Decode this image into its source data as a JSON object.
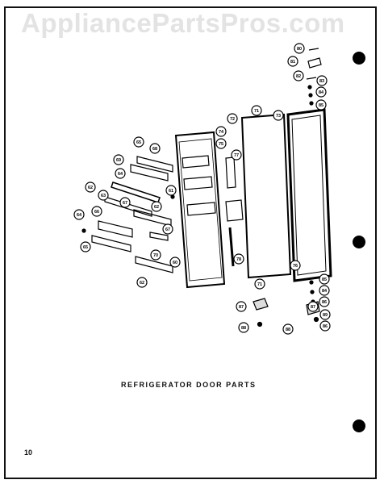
{
  "watermark": "AppliancePartsPros.com",
  "caption": "REFRIGERATOR DOOR PARTS",
  "page_number": "10",
  "callouts": [
    {
      "id": "c80a",
      "label": "80"
    },
    {
      "id": "c81",
      "label": "81"
    },
    {
      "id": "c82a",
      "label": "82"
    },
    {
      "id": "c83",
      "label": "83"
    },
    {
      "id": "c84a",
      "label": "84"
    },
    {
      "id": "c85a",
      "label": "85"
    },
    {
      "id": "c73",
      "label": "73"
    },
    {
      "id": "c71a",
      "label": "71"
    },
    {
      "id": "c72",
      "label": "72"
    },
    {
      "id": "c74",
      "label": "74"
    },
    {
      "id": "c75",
      "label": "75"
    },
    {
      "id": "c77",
      "label": "77"
    },
    {
      "id": "c65",
      "label": "65"
    },
    {
      "id": "c68",
      "label": "68"
    },
    {
      "id": "c69",
      "label": "69"
    },
    {
      "id": "c64a",
      "label": "64"
    },
    {
      "id": "c62a",
      "label": "62"
    },
    {
      "id": "c63",
      "label": "63"
    },
    {
      "id": "c67a",
      "label": "67"
    },
    {
      "id": "c61",
      "label": "61"
    },
    {
      "id": "c62b",
      "label": "62"
    },
    {
      "id": "c67b",
      "label": "67"
    },
    {
      "id": "c64b",
      "label": "64"
    },
    {
      "id": "c66",
      "label": "66"
    },
    {
      "id": "c65b",
      "label": "65"
    },
    {
      "id": "c78",
      "label": "78"
    },
    {
      "id": "c70",
      "label": "70"
    },
    {
      "id": "c60",
      "label": "60"
    },
    {
      "id": "c62c",
      "label": "62"
    },
    {
      "id": "c76",
      "label": "76"
    },
    {
      "id": "c71b",
      "label": "71"
    },
    {
      "id": "c85b",
      "label": "85"
    },
    {
      "id": "c84b",
      "label": "84"
    },
    {
      "id": "c86",
      "label": "86"
    },
    {
      "id": "c87a",
      "label": "87"
    },
    {
      "id": "c88a",
      "label": "88"
    },
    {
      "id": "c87b",
      "label": "87"
    },
    {
      "id": "c88b",
      "label": "88"
    },
    {
      "id": "c89",
      "label": "89"
    },
    {
      "id": "c86b",
      "label": "86"
    }
  ]
}
